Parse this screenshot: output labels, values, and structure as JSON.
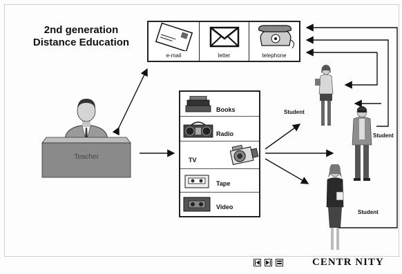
{
  "title": {
    "line1": "2nd generation",
    "line2": "Distance Education"
  },
  "communication": {
    "items": [
      {
        "label": "e-mail",
        "icon": "email-icon"
      },
      {
        "label": "letter",
        "icon": "envelope-icon"
      },
      {
        "label": "telephone",
        "icon": "telephone-icon"
      }
    ]
  },
  "teacher": {
    "label": "Teacher"
  },
  "media": {
    "items": [
      {
        "label": "Books",
        "icon": "books-icon"
      },
      {
        "label": "Radio",
        "icon": "radio-icon"
      },
      {
        "label": "TV",
        "icon": "camcorder-icon"
      },
      {
        "label": "Tape",
        "icon": "cassette-icon"
      },
      {
        "label": "Video",
        "icon": "videotape-icon"
      }
    ]
  },
  "students": [
    {
      "label": "Student"
    },
    {
      "label": "Student"
    },
    {
      "label": "Student"
    }
  ],
  "footer": {
    "brand": "CENTR NITY",
    "nav": [
      "first-page-icon",
      "last-page-icon",
      "slides-icon"
    ]
  },
  "colors": {
    "desk": "#8a8a8a",
    "lines": "#111111",
    "background": "#fdfdfd"
  }
}
